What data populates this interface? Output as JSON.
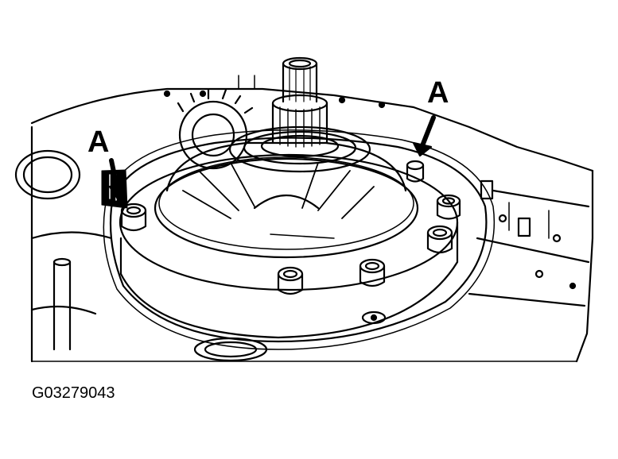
{
  "diagram": {
    "callouts": [
      {
        "label": "A",
        "target": "alignment-bolt-right"
      },
      {
        "label": "A",
        "target": "alignment-bolt-left"
      }
    ],
    "figure_id": "G03279043",
    "colors": {
      "ink": "#000000",
      "paper": "#ffffff"
    }
  }
}
